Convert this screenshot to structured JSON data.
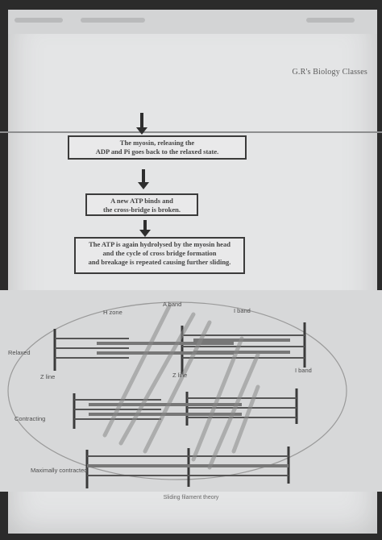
{
  "header": {
    "text": "G.R's Biology Classes"
  },
  "steps": [
    {
      "lines": [
        "The myosin, releasing the",
        "ADP and Pi goes back to the relaxed state."
      ]
    },
    {
      "lines": [
        "A new ATP binds and",
        "the cross-bridge is broken."
      ]
    },
    {
      "lines": [
        "The ATP is again hydrolysed by the myosin head",
        "and the cycle of cross bridge formation",
        "and breakage is repeated causing further sliding."
      ]
    }
  ],
  "diagram": {
    "labels": {
      "h_zone": "H zone",
      "a_band": "A band",
      "i_band": "I band",
      "i_band_right": "I band",
      "z_line": "Z line",
      "relaxed": "Relaxed",
      "contracting": "Contracting",
      "maximally_contracted": "Maximally contracted"
    },
    "caption": "Sliding filament theory"
  }
}
